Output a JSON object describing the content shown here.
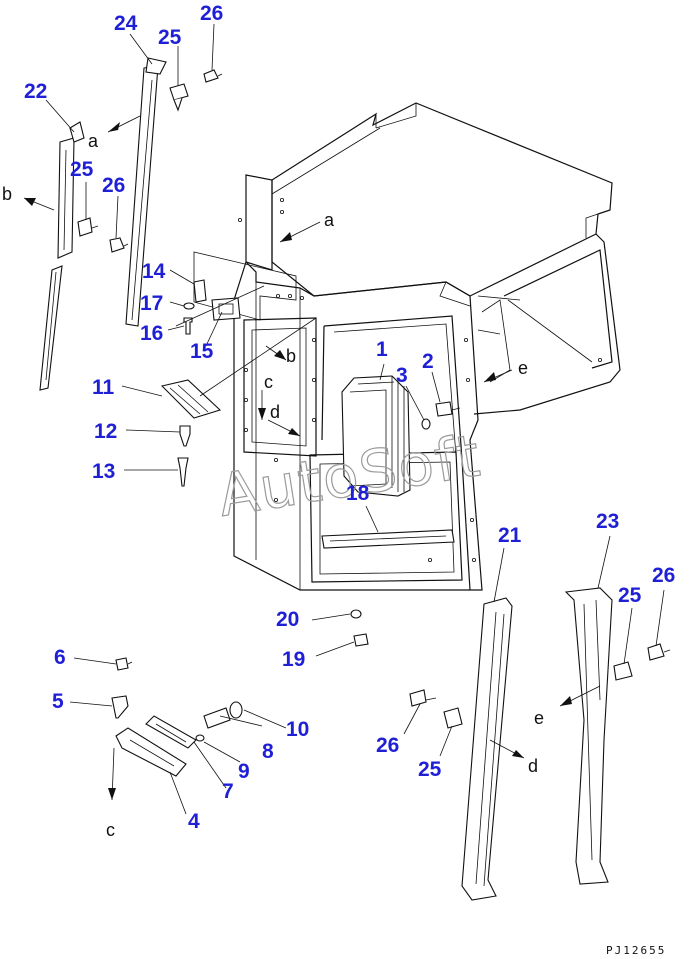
{
  "diagram": {
    "code": "PJ12655",
    "watermark": "AutoSoft",
    "parts": {
      "p1": "1",
      "p2": "2",
      "p3": "3",
      "p4": "4",
      "p5": "5",
      "p6": "6",
      "p7": "7",
      "p8": "8",
      "p9": "9",
      "p10": "10",
      "p11": "11",
      "p12": "12",
      "p13": "13",
      "p14": "14",
      "p15": "15",
      "p16": "16",
      "p17": "17",
      "p18": "18",
      "p19": "19",
      "p20": "20",
      "p21": "21",
      "p22": "22",
      "p23": "23",
      "p24": "24",
      "p25": "25",
      "p26": "26"
    },
    "refs": {
      "a": "a",
      "b": "b",
      "c": "c",
      "d": "d",
      "e": "e"
    },
    "colors": {
      "part_number": "#1f1fd6",
      "line": "#111111",
      "watermark": "#9a9a9a"
    }
  }
}
